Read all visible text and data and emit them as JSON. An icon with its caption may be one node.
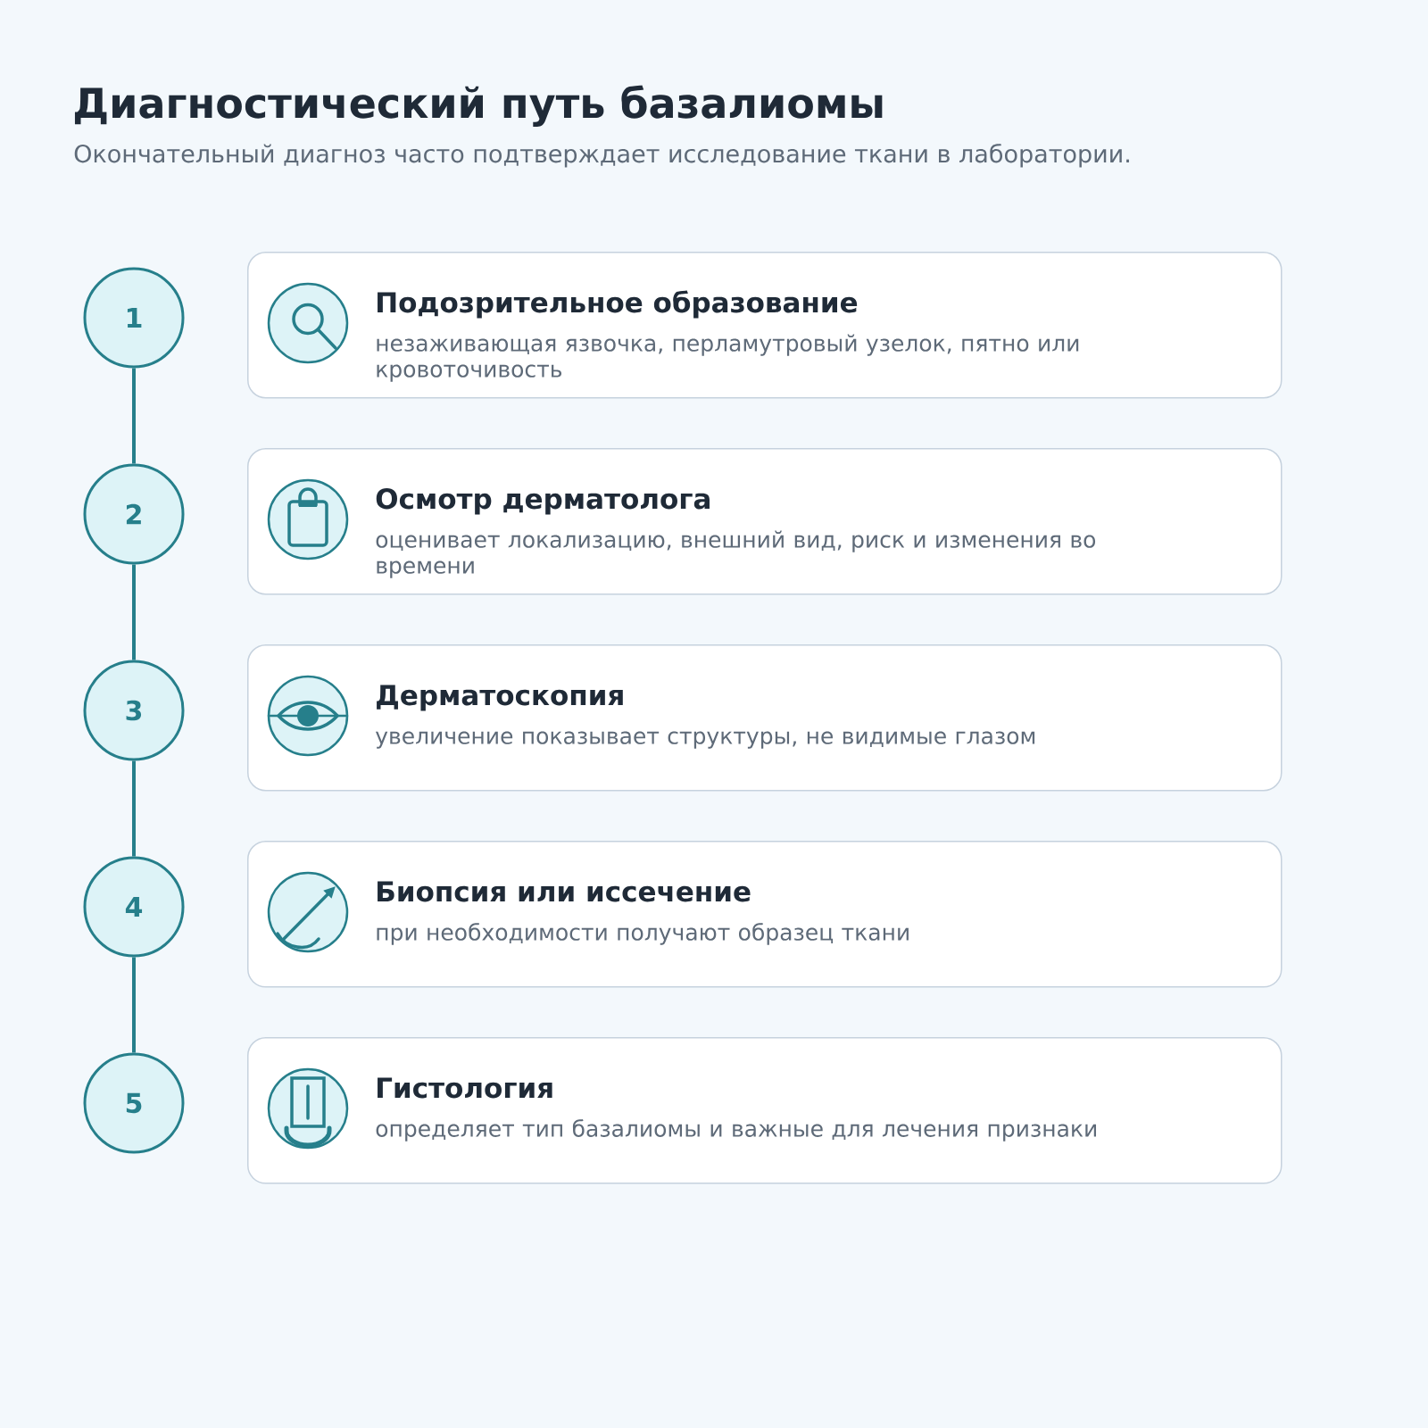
{
  "diagram": {
    "title": "Диагностический путь базалиомы",
    "nodes": [
      {
        "text": [
          "1"
        ]
      },
      {
        "text": [
          "Подозрительное образование",
          "незаживающая язвочка, перламутровый узелок, пятно или кровоточивость"
        ]
      },
      {
        "text": [
          "2"
        ]
      },
      {
        "text": [
          "Осмотр дерматолога",
          "оценивает локализацию, внешний вид, риск и изменения во времени"
        ]
      },
      {
        "text": [
          "3"
        ]
      },
      {
        "text": [
          "Дерматоскопия",
          "увеличение показывает структуры, не видимые глазом"
        ]
      },
      {
        "text": [
          "4"
        ]
      },
      {
        "text": [
          "Биопсия или иссечение",
          "при необходимости получают образец ткани"
        ]
      },
      {
        "text": [
          "5"
        ]
      },
      {
        "text": [
          "Гистология",
          "определяет тип базалиомы и важные для лечения признаки"
        ]
      }
    ],
    "edges": [
      {
        "from": 0,
        "to": 2,
        "arrow": "none"
      },
      {
        "from": 2,
        "to": 4,
        "arrow": "none"
      },
      {
        "from": 4,
        "to": 6,
        "arrow": "none"
      },
      {
        "from": 6,
        "to": 8,
        "arrow": "none"
      }
    ],
    "labels": [
      "Окончательный диагноз часто подтверждает исследование ткани в лаборатории."
    ]
  }
}
